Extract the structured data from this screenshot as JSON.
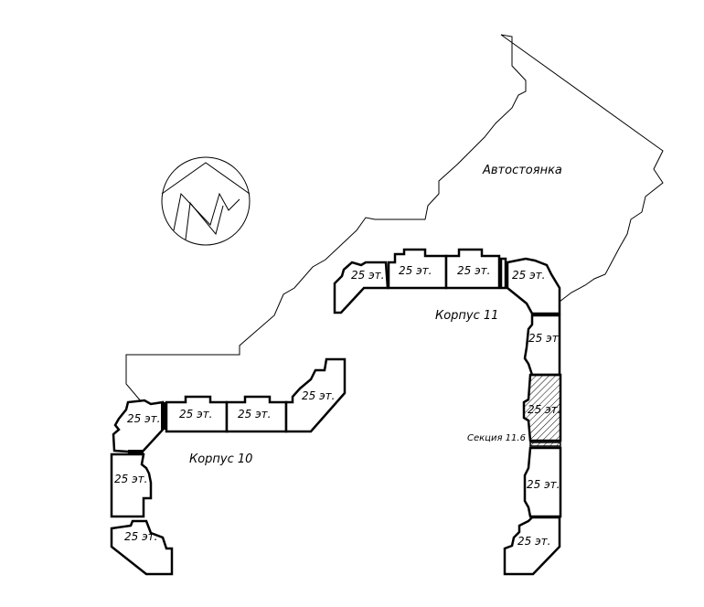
{
  "parking_label": "Автостоянка",
  "building_10": {
    "label": "Корпус 10",
    "sections": [
      "25 эт.",
      "25 эт.",
      "25 эт.",
      "25 эт.",
      "25 эт.",
      "25 эт."
    ]
  },
  "building_11": {
    "label": "Корпус 11",
    "sections": [
      "25 эт.",
      "25 эт.",
      "25 эт.",
      "25 эт.",
      "25 эт.",
      "25 эт.",
      "25 эт.",
      "25 эт."
    ]
  },
  "highlighted_section": {
    "label": "Секция 11.6",
    "floors": "25 эт."
  },
  "compass": {
    "letter": "N"
  },
  "colors": {
    "line": "#000000",
    "background": "#ffffff"
  }
}
